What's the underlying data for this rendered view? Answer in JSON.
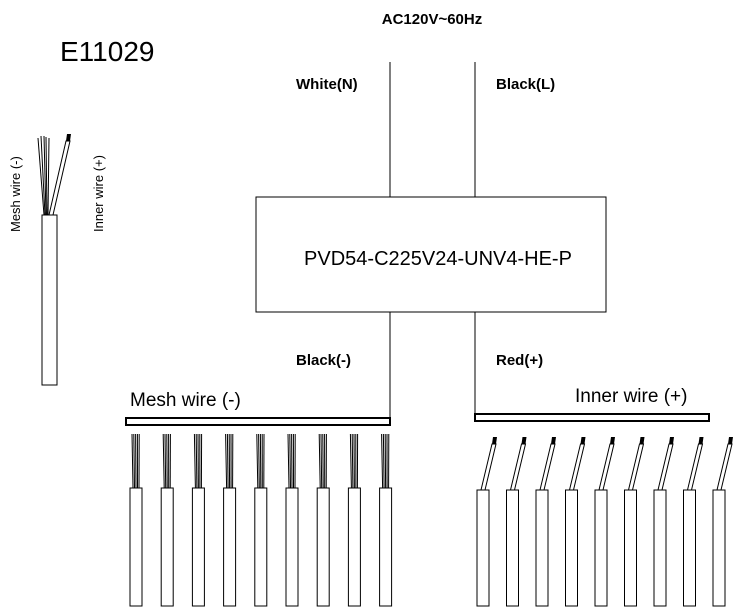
{
  "part_number": "E11029",
  "supply": "AC120V~60Hz",
  "input_neutral_label": "White(N)",
  "input_line_label": "Black(L)",
  "driver_model": "PVD54-C225V24-UNV4-HE-P",
  "output_negative_label": "Black(-)",
  "output_positive_label": "Red(+)",
  "mesh_bus_label": "Mesh wire (-)",
  "inner_bus_label": "Inner wire (+)",
  "legend_mesh_label": "Mesh wire (-)",
  "legend_inner_label": "Inner wire (+)",
  "mesh_cable_count": 9,
  "inner_cable_count": 9
}
